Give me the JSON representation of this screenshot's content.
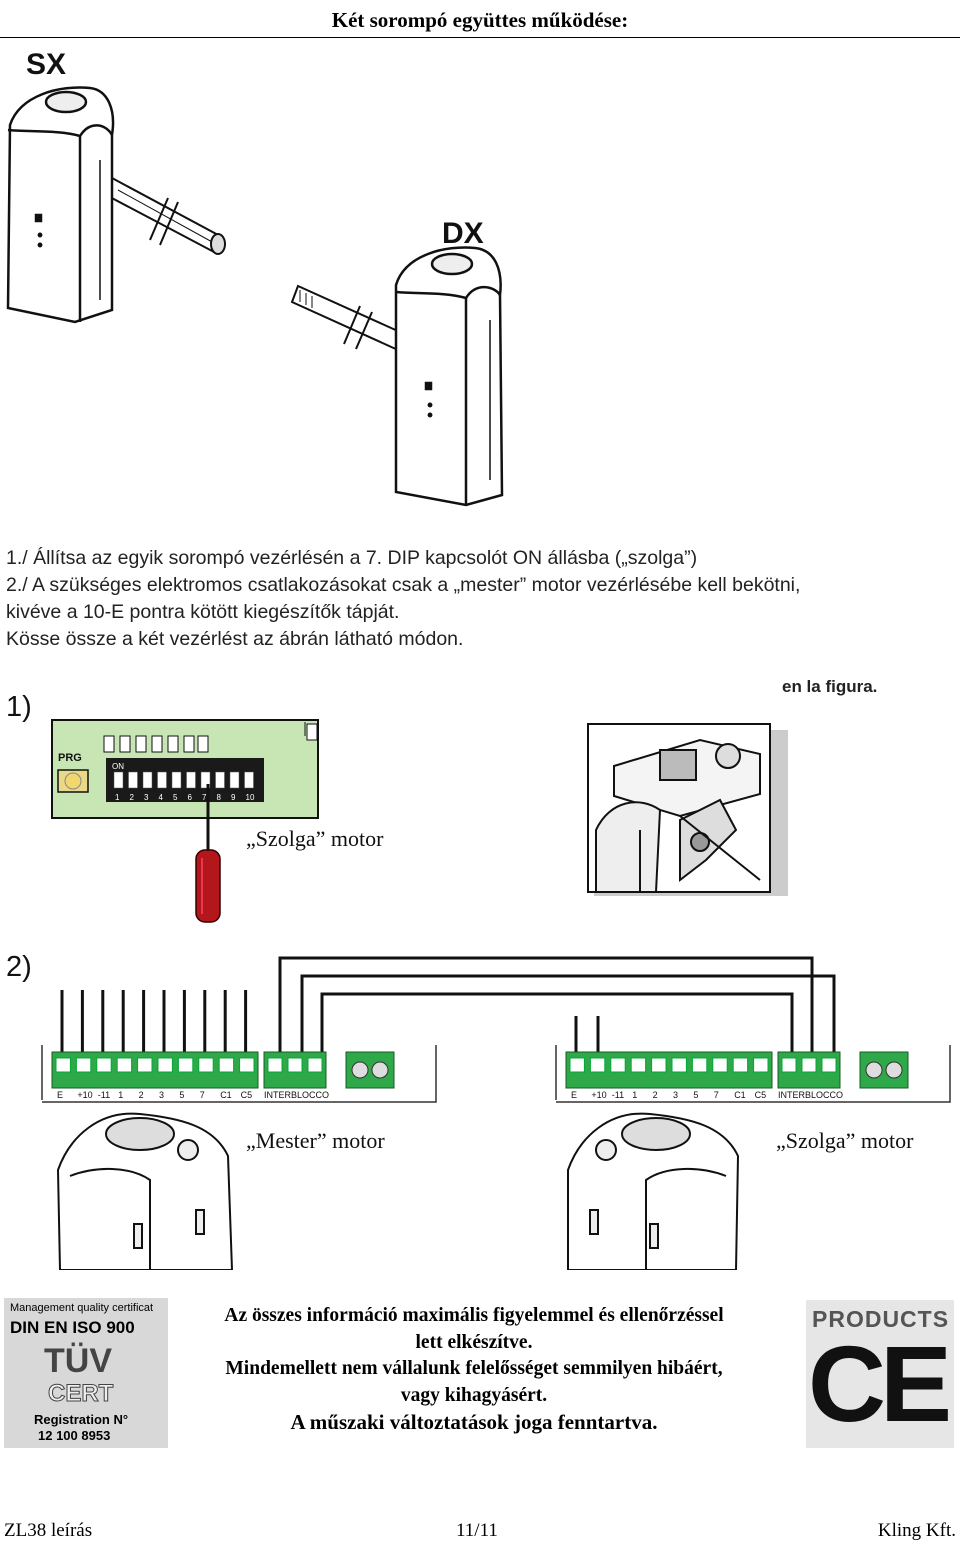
{
  "header": {
    "title": "Két sorompó együttes működése:"
  },
  "figure_top": {
    "label_left": "SX",
    "label_right": "DX"
  },
  "instructions": {
    "line1": "1./ Állítsa az egyik sorompó vezérlésén a 7. DIP kapcsolót ON állásba („szolga”)",
    "line2": "2./ A szükséges elektromos csatlakozásokat csak a „mester” motor vezérlésébe kell bekötni,",
    "line3": "kivéve a 10-E pontra kötött kiegészítők tápját.",
    "line4": "Kösse össze a két vezérlést az ábrán látható módon."
  },
  "step1": {
    "number": "1)",
    "cropped_text": "en la figura.",
    "board_label": "PRG",
    "dip_on": "ON",
    "dip_numbers": [
      "1",
      "2",
      "3",
      "4",
      "5",
      "6",
      "7",
      "8",
      "9",
      "10"
    ],
    "caption": "„Szolga” motor"
  },
  "step2": {
    "number": "2)",
    "terminal_labels": [
      "E",
      "+10",
      "-11",
      "1",
      "2",
      "3",
      "5",
      "7",
      "C1",
      "C5"
    ],
    "interlock_label": "INTERBLOCCO",
    "caption_left": "„Mester” motor",
    "caption_right": "„Szolga” motor"
  },
  "certificates": {
    "iso_line1": "Management quality certificat",
    "iso_line2": "DIN EN ISO 900",
    "tuv": "TÜV",
    "cert": "CERT",
    "reg_line1": "Registration N°",
    "reg_line2": "12 100 8953",
    "products": "PRODUCTS",
    "ce": "CE"
  },
  "disclaimer": {
    "line1": "Az összes információ maximális figyelemmel és ellenőrzéssel",
    "line2": "lett elkészítve.",
    "line3": "Mindemellett nem vállalunk felelősséget semmilyen hibáért,",
    "line4": "vagy kihagyásért.",
    "line5": "A műszaki változtatások joga fenntartva."
  },
  "footer": {
    "left": "ZL38 leírás",
    "center": "11/11",
    "right": "Kling Kft."
  }
}
